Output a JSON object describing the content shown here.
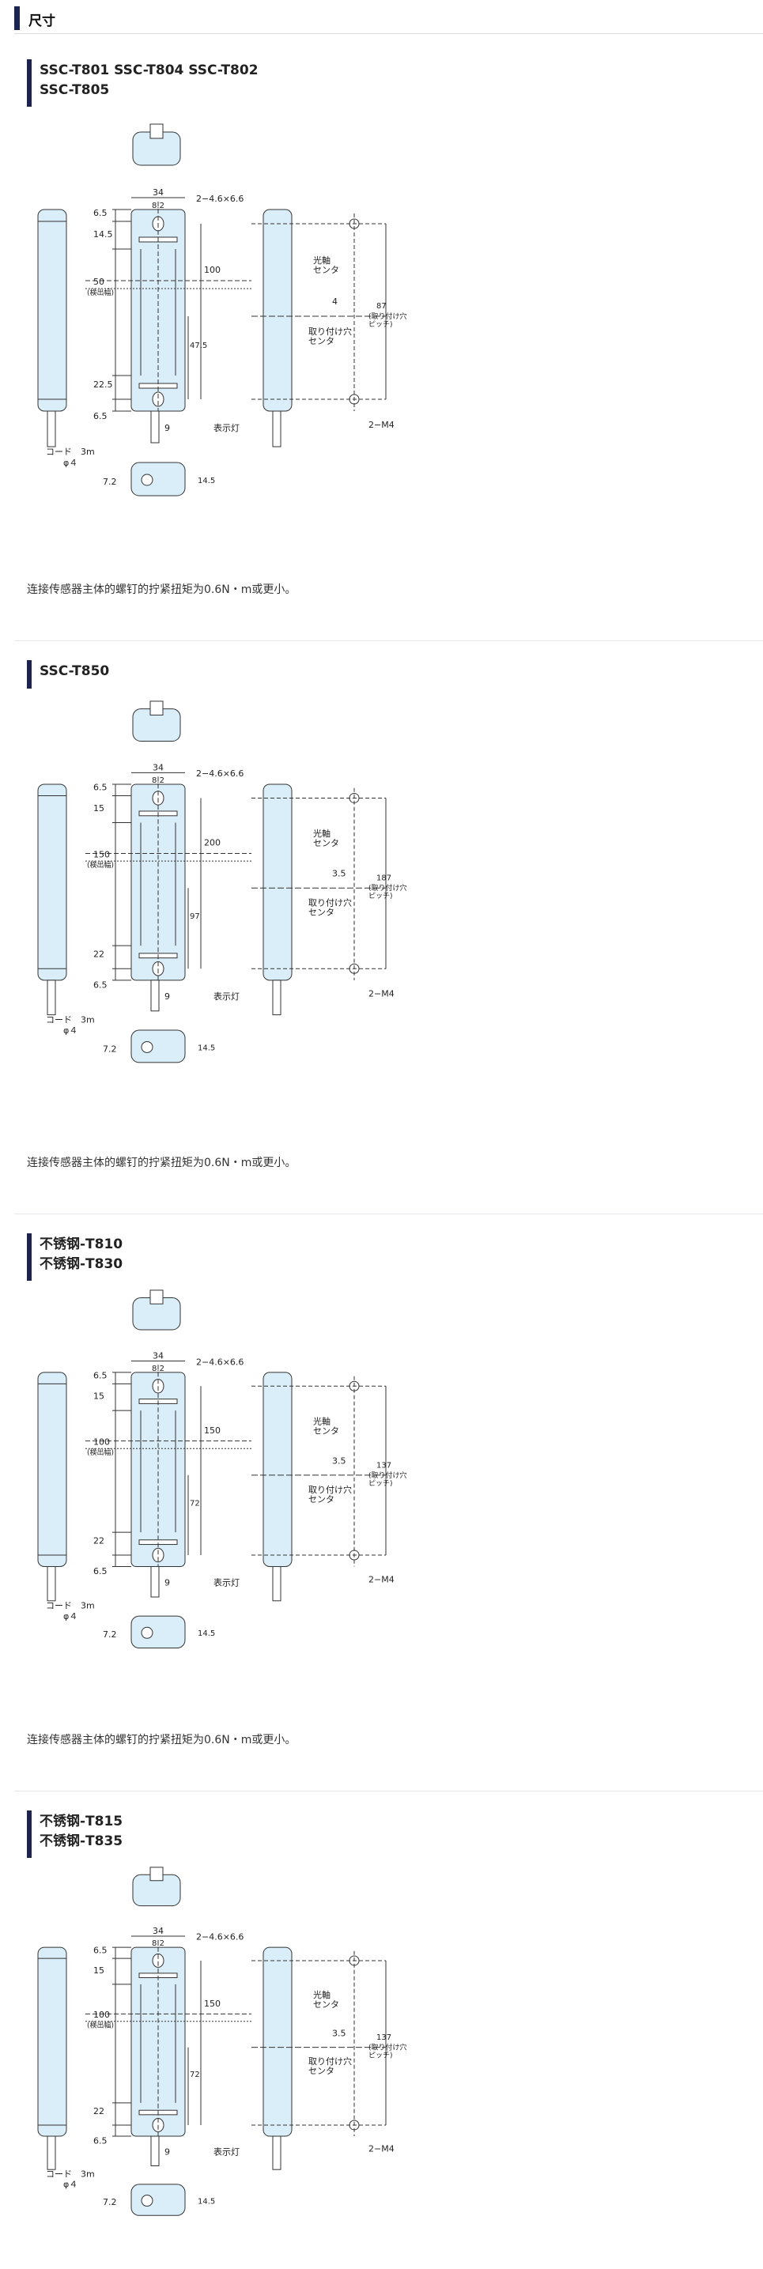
{
  "page": {
    "title": "尺寸"
  },
  "sections": [
    {
      "title_lines": [
        "SSC-T801 SSC-T804 SSC-T802",
        "SSC-T805"
      ],
      "dims": {
        "width": "34",
        "hole_offset": "8.2",
        "hole": "2−4.6×6.6",
        "top": "6.5",
        "upper": "14.5",
        "detect": "50",
        "detect_label": "(検出幅)",
        "total": "100",
        "half": "47.5",
        "lower": "22.5",
        "bottom": "6.5",
        "cord_x": "9",
        "cord": "コード　3m",
        "phi": "φ４",
        "base_h": "7.2",
        "base_w": "14.5",
        "optical": "光軸\nセンタ",
        "gap": "4",
        "mount_center": "取り付け穴\nセンタ",
        "pitch": "87",
        "pitch_label": "(取り付け穴\nピッチ)",
        "screw": "2−M4",
        "led": "表示灯"
      },
      "note": "连接传感器主体的螺钉的拧紧扭矩为0.6N・m或更小。"
    },
    {
      "title_lines": [
        "SSC-T850"
      ],
      "dims": {
        "width": "34",
        "hole_offset": "8.2",
        "hole": "2−4.6×6.6",
        "top": "6.5",
        "upper": "15",
        "detect": "150",
        "detect_label": "(検出幅)",
        "total": "200",
        "half": "97",
        "lower": "22",
        "bottom": "6.5",
        "cord_x": "9",
        "cord": "コード　3m",
        "phi": "φ４",
        "base_h": "7.2",
        "base_w": "14.5",
        "optical": "光軸\nセンタ",
        "gap": "3.5",
        "mount_center": "取り付け穴\nセンタ",
        "pitch": "187",
        "pitch_label": "(取り付け穴\nピッチ)",
        "screw": "2−M4",
        "led": "表示灯"
      },
      "note": "连接传感器主体的螺钉的拧紧扭矩为0.6N・m或更小。"
    },
    {
      "title_lines": [
        "不锈钢-T810",
        "不锈钢-T830"
      ],
      "dims": {
        "width": "34",
        "hole_offset": "8.2",
        "hole": "2−4.6×6.6",
        "top": "6.5",
        "upper": "15",
        "detect": "100",
        "detect_label": "(検出幅)",
        "total": "150",
        "half": "72",
        "lower": "22",
        "bottom": "6.5",
        "cord_x": "9",
        "cord": "コード　3m",
        "phi": "φ４",
        "base_h": "7.2",
        "base_w": "14.5",
        "optical": "光軸\nセンタ",
        "gap": "3.5",
        "mount_center": "取り付け穴\nセンタ",
        "pitch": "137",
        "pitch_label": "(取り付け穴\nピッチ)",
        "screw": "2−M4",
        "led": "表示灯"
      },
      "note": "连接传感器主体的螺钉的拧紧扭矩为0.6N・m或更小。"
    },
    {
      "title_lines": [
        "不锈钢-T815",
        "不锈钢-T835"
      ],
      "dims": {
        "width": "34",
        "hole_offset": "8.2",
        "hole": "2−4.6×6.6",
        "top": "6.5",
        "upper": "15",
        "detect": "100",
        "detect_label": "(検出幅)",
        "total": "150",
        "half": "72",
        "lower": "22",
        "bottom": "6.5",
        "cord_x": "9",
        "cord": "コード　3m",
        "phi": "φ４",
        "base_h": "7.2",
        "base_w": "14.5",
        "optical": "光軸\nセンタ",
        "gap": "3.5",
        "mount_center": "取り付け穴\nセンタ",
        "pitch": "137",
        "pitch_label": "(取り付け穴\nピッチ)",
        "screw": "2−M4",
        "led": "表示灯"
      },
      "note": ""
    }
  ],
  "colors": {
    "body_fill": "#d9eef8",
    "line": "#333333",
    "accent": "#1c2350"
  }
}
